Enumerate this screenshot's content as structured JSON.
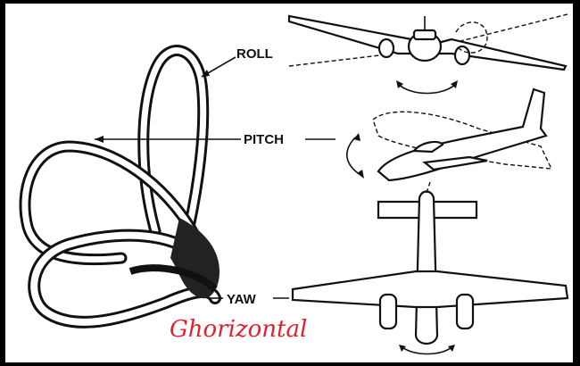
{
  "labels": {
    "roll": "ROLL",
    "pitch": "PITCH",
    "yaw": "YAW"
  },
  "annotation": {
    "text": "Ghorizontal",
    "color": "#e0202a"
  },
  "colors": {
    "background": "#000000",
    "panel": "#ffffff",
    "ink": "#111111"
  }
}
